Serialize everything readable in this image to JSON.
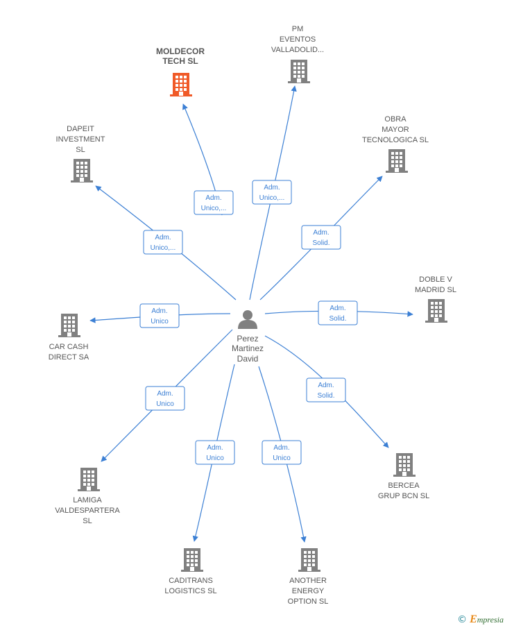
{
  "colors": {
    "edge": "#3b7fd4",
    "building": "#808080",
    "highlight": "#f05a28",
    "person": "#808080"
  },
  "person": {
    "lines": [
      "Perez",
      "Martinez",
      "David"
    ],
    "icon": "person-icon"
  },
  "companies": [
    {
      "id": "moldecor",
      "lines": [
        "MOLDECOR",
        "TECH  SL"
      ],
      "highlight": true,
      "role": [
        "Adm.",
        "Unico,..."
      ]
    },
    {
      "id": "pm-eventos",
      "lines": [
        "PM",
        "EVENTOS",
        "VALLADOLID..."
      ],
      "highlight": false,
      "role": [
        "Adm.",
        "Unico,..."
      ]
    },
    {
      "id": "obra-mayor",
      "lines": [
        "OBRA",
        "MAYOR",
        "TECNOLOGICA SL"
      ],
      "highlight": false,
      "role": [
        "Adm.",
        "Solid."
      ]
    },
    {
      "id": "dapeit",
      "lines": [
        "DAPEIT",
        "INVESTMENT",
        "SL"
      ],
      "highlight": false,
      "role": [
        "Adm.",
        "Unico,..."
      ]
    },
    {
      "id": "doble-v",
      "lines": [
        "DOBLE V",
        "MADRID  SL"
      ],
      "highlight": false,
      "role": [
        "Adm.",
        "Solid."
      ]
    },
    {
      "id": "car-cash",
      "lines": [
        "CAR CASH",
        "DIRECT SA"
      ],
      "highlight": false,
      "role": [
        "Adm.",
        "Unico"
      ]
    },
    {
      "id": "bercea",
      "lines": [
        "BERCEA",
        "GRUP BCN  SL"
      ],
      "highlight": false,
      "role": [
        "Adm.",
        "Solid."
      ]
    },
    {
      "id": "lamiga",
      "lines": [
        "LAMIGA",
        "VALDESPARTERA",
        "SL"
      ],
      "highlight": false,
      "role": [
        "Adm.",
        "Unico"
      ]
    },
    {
      "id": "caditrans",
      "lines": [
        "CADITRANS",
        "LOGISTICS SL"
      ],
      "highlight": false,
      "role": [
        "Adm.",
        "Unico"
      ]
    },
    {
      "id": "another-energy",
      "lines": [
        "ANOTHER",
        "ENERGY",
        "OPTION  SL"
      ],
      "highlight": false,
      "role": [
        "Adm.",
        "Unico"
      ]
    }
  ],
  "footer": {
    "copyright": "©",
    "brand_initial": "E",
    "brand_rest": "mpresia"
  }
}
